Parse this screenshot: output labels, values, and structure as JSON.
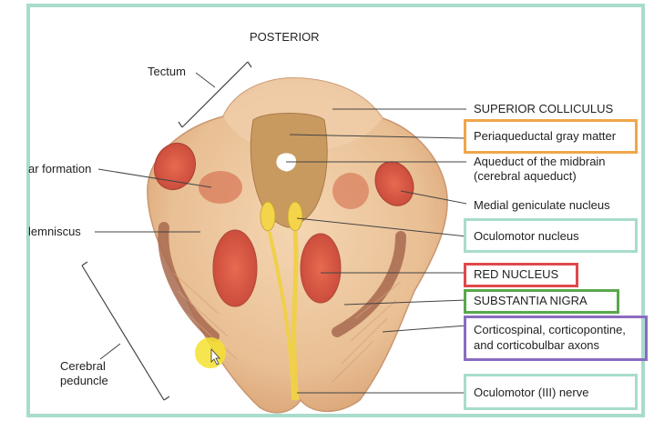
{
  "labels": {
    "posterior": "POSTERIOR",
    "tectum": "Tectum",
    "reticular_formation": "ar formation",
    "lemniscus": "lemniscus",
    "cerebral_peduncle_line1": "Cerebral",
    "cerebral_peduncle_line2": "peduncle",
    "superior_colliculus": "SUPERIOR COLLICULUS",
    "periaqueductal": "Periaqueductal gray matter",
    "aqueduct_line1": "Aqueduct of the midbrain",
    "aqueduct_line2": "(cerebral aqueduct)",
    "medial_geniculate": "Medial geniculate nucleus",
    "oculomotor_nucleus": "Oculomotor nucleus",
    "red_nucleus": "RED NUCLEUS",
    "substantia_nigra": "SUBSTANTIA NIGRA",
    "axons_line1": "Corticospinal, corticopontine,",
    "axons_line2": "and corticobulbar axons",
    "oculomotor_nerve": "Oculomotor (III) nerve"
  },
  "colors": {
    "frame": "#a8dccc",
    "periaqueductal_box": "#f0a64a",
    "oculomotor_nucleus_box": "#a8dccc",
    "red_nucleus_box": "#e0484c",
    "substantia_nigra_box": "#58a84a",
    "axons_box": "#8a6cc0",
    "oculomotor_nerve_box": "#a8dccc",
    "tissue": "#ecc49c",
    "red_nucleus_fill": "#e0604a",
    "nigra_fill": "#a86a50",
    "gray_matter": "#c8985c",
    "nerve": "#f0d048"
  }
}
